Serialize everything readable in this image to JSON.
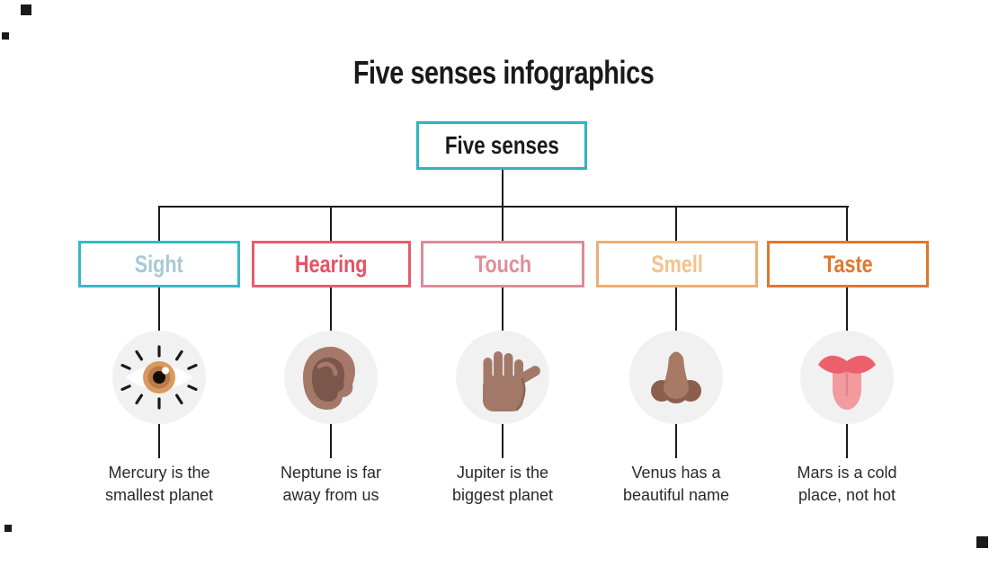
{
  "title": "Five senses infographics",
  "root": {
    "label": "Five senses",
    "border_color": "#2eb4c1"
  },
  "senses": [
    {
      "label": "Sight",
      "icon": "eye-icon",
      "border_color": "#3ab7c4",
      "label_color": "#a9c8d6",
      "description_line1": "Mercury is the",
      "description_line2": "smallest planet"
    },
    {
      "label": "Hearing",
      "icon": "ear-icon",
      "border_color": "#e75c6d",
      "label_color": "#e75263",
      "description_line1": "Neptune is far",
      "description_line2": "away from us"
    },
    {
      "label": "Touch",
      "icon": "hand-icon",
      "border_color": "#dd8b97",
      "label_color": "#e08d99",
      "description_line1": "Jupiter is the",
      "description_line2": "biggest planet"
    },
    {
      "label": "Smell",
      "icon": "nose-icon",
      "border_color": "#efae74",
      "label_color": "#f5c28c",
      "description_line1": "Venus has a",
      "description_line2": "beautiful name"
    },
    {
      "label": "Taste",
      "icon": "tongue-icon",
      "border_color": "#e1772e",
      "label_color": "#e1772e",
      "description_line1": "Mars is a cold",
      "description_line2": "place, not hot"
    }
  ],
  "colors": {
    "background": "#ffffff",
    "connector_line": "#1a1a1a",
    "icon_circle_bg": "#f1f1f2",
    "title_text": "#1a1a1a",
    "description_text": "#2a2a2a"
  }
}
